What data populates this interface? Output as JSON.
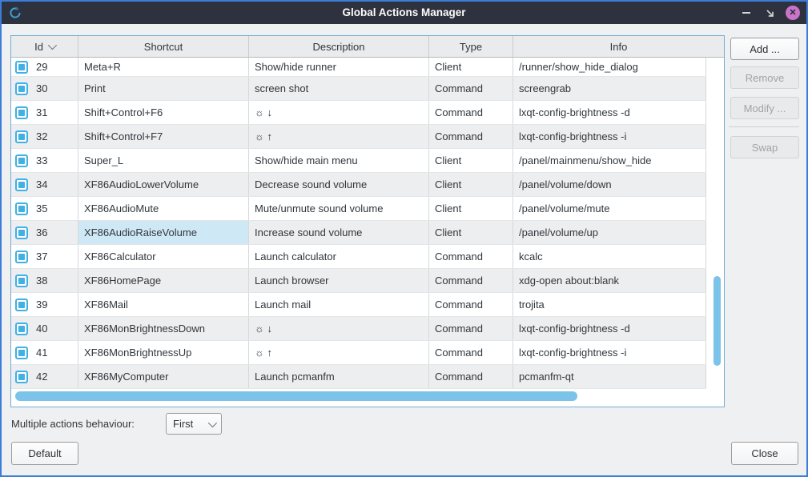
{
  "window": {
    "title": "Global Actions Manager"
  },
  "icons": {
    "minimize": "minimize-icon",
    "maximize": "maximize-icon",
    "close_glyph": "✕",
    "app": "refresh-swirl-icon",
    "sort": "chevron-down",
    "combo": "chevron-down"
  },
  "table": {
    "columns": [
      "Id",
      "Shortcut",
      "Description",
      "Type",
      "Info"
    ],
    "sorted_column": "Id",
    "selected_cell": {
      "row_id": "36",
      "column": "shortcut"
    },
    "rows": [
      {
        "id": "29",
        "checked": true,
        "shortcut": "Meta+R",
        "description": "Show/hide runner",
        "type": "Client",
        "info": "/runner/show_hide_dialog"
      },
      {
        "id": "30",
        "checked": true,
        "shortcut": "Print",
        "description": "screen shot",
        "type": "Command",
        "info": "screengrab"
      },
      {
        "id": "31",
        "checked": true,
        "shortcut": "Shift+Control+F6",
        "description": "☼ ↓",
        "type": "Command",
        "info": "lxqt-config-brightness -d"
      },
      {
        "id": "32",
        "checked": true,
        "shortcut": "Shift+Control+F7",
        "description": "☼ ↑",
        "type": "Command",
        "info": "lxqt-config-brightness -i"
      },
      {
        "id": "33",
        "checked": true,
        "shortcut": "Super_L",
        "description": "Show/hide main menu",
        "type": "Client",
        "info": "/panel/mainmenu/show_hide"
      },
      {
        "id": "34",
        "checked": true,
        "shortcut": "XF86AudioLowerVolume",
        "description": "Decrease sound volume",
        "type": "Client",
        "info": "/panel/volume/down"
      },
      {
        "id": "35",
        "checked": true,
        "shortcut": "XF86AudioMute",
        "description": "Mute/unmute sound volume",
        "type": "Client",
        "info": "/panel/volume/mute"
      },
      {
        "id": "36",
        "checked": true,
        "shortcut": "XF86AudioRaiseVolume",
        "description": "Increase sound volume",
        "type": "Client",
        "info": "/panel/volume/up"
      },
      {
        "id": "37",
        "checked": true,
        "shortcut": "XF86Calculator",
        "description": "Launch calculator",
        "type": "Command",
        "info": "kcalc"
      },
      {
        "id": "38",
        "checked": true,
        "shortcut": "XF86HomePage",
        "description": "Launch browser",
        "type": "Command",
        "info": "xdg-open about:blank"
      },
      {
        "id": "39",
        "checked": true,
        "shortcut": "XF86Mail",
        "description": "Launch mail",
        "type": "Command",
        "info": "trojita"
      },
      {
        "id": "40",
        "checked": true,
        "shortcut": "XF86MonBrightnessDown",
        "description": "☼ ↓",
        "type": "Command",
        "info": "lxqt-config-brightness -d"
      },
      {
        "id": "41",
        "checked": true,
        "shortcut": "XF86MonBrightnessUp",
        "description": "☼ ↑",
        "type": "Command",
        "info": "lxqt-config-brightness -i"
      },
      {
        "id": "42",
        "checked": true,
        "shortcut": "XF86MyComputer",
        "description": "Launch pcmanfm",
        "type": "Command",
        "info": "pcmanfm-qt"
      }
    ]
  },
  "side_buttons": [
    {
      "label": "Add ...",
      "enabled": true
    },
    {
      "label": "Remove",
      "enabled": false
    },
    {
      "label": "Modify ...",
      "enabled": false
    },
    {
      "label": "Swap",
      "enabled": false
    }
  ],
  "behaviour": {
    "label": "Multiple actions behaviour:",
    "value": "First"
  },
  "footer": {
    "default_label": "Default",
    "close_label": "Close"
  },
  "colors": {
    "accent_blue": "#41b1e5",
    "selection": "#cfe8f6",
    "scrollbar": "#7cc3ea",
    "titlebar": "#2d323e",
    "window_border": "#3c7dd9",
    "close_button": "#c973c9",
    "table_frame_border": "#74add4"
  }
}
